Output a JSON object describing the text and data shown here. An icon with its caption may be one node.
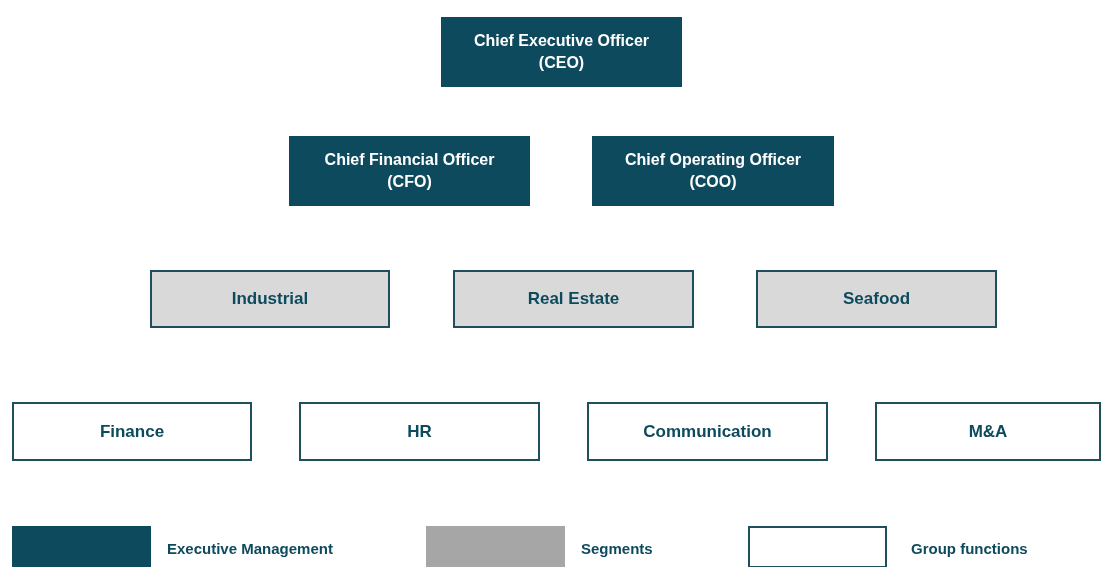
{
  "diagram": {
    "nodes": [
      {
        "text": [
          "Chief Executive Officer (CEO)"
        ]
      },
      {
        "text": [
          "Chief Financial Officer (CFO)"
        ]
      },
      {
        "text": [
          "Chief Operating Officer (COO)"
        ]
      },
      {
        "text": [
          "Industrial"
        ]
      },
      {
        "text": [
          "Real Estate"
        ]
      },
      {
        "text": [
          "Seafood"
        ]
      },
      {
        "text": [
          "Finance"
        ]
      },
      {
        "text": [
          "HR"
        ]
      },
      {
        "text": [
          "Communication"
        ]
      },
      {
        "text": [
          "M&A"
        ]
      }
    ],
    "legend": [
      {
        "text": "Executive Management",
        "color": "#0e4a5e"
      },
      {
        "text": "Segments",
        "color": "#a6a6a6"
      },
      {
        "text": "Group functions",
        "color": "#ffffff"
      }
    ]
  }
}
